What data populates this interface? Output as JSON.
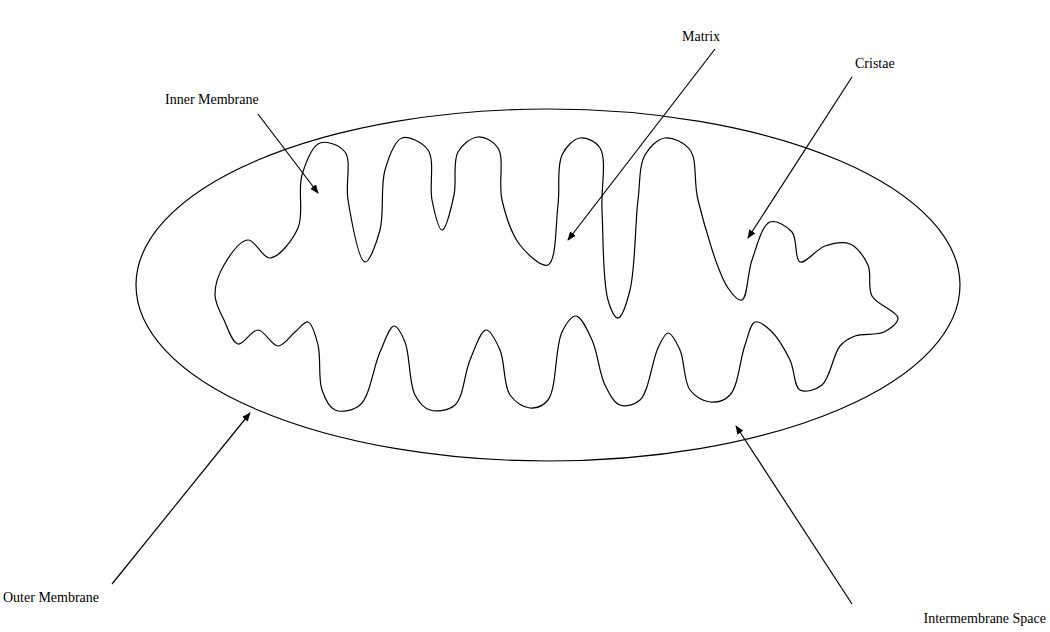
{
  "diagram": {
    "labels": [
      "Inner Membrane",
      "Matrix",
      "Cristae",
      "Outer Membrane",
      "Intermembrane Space"
    ]
  }
}
